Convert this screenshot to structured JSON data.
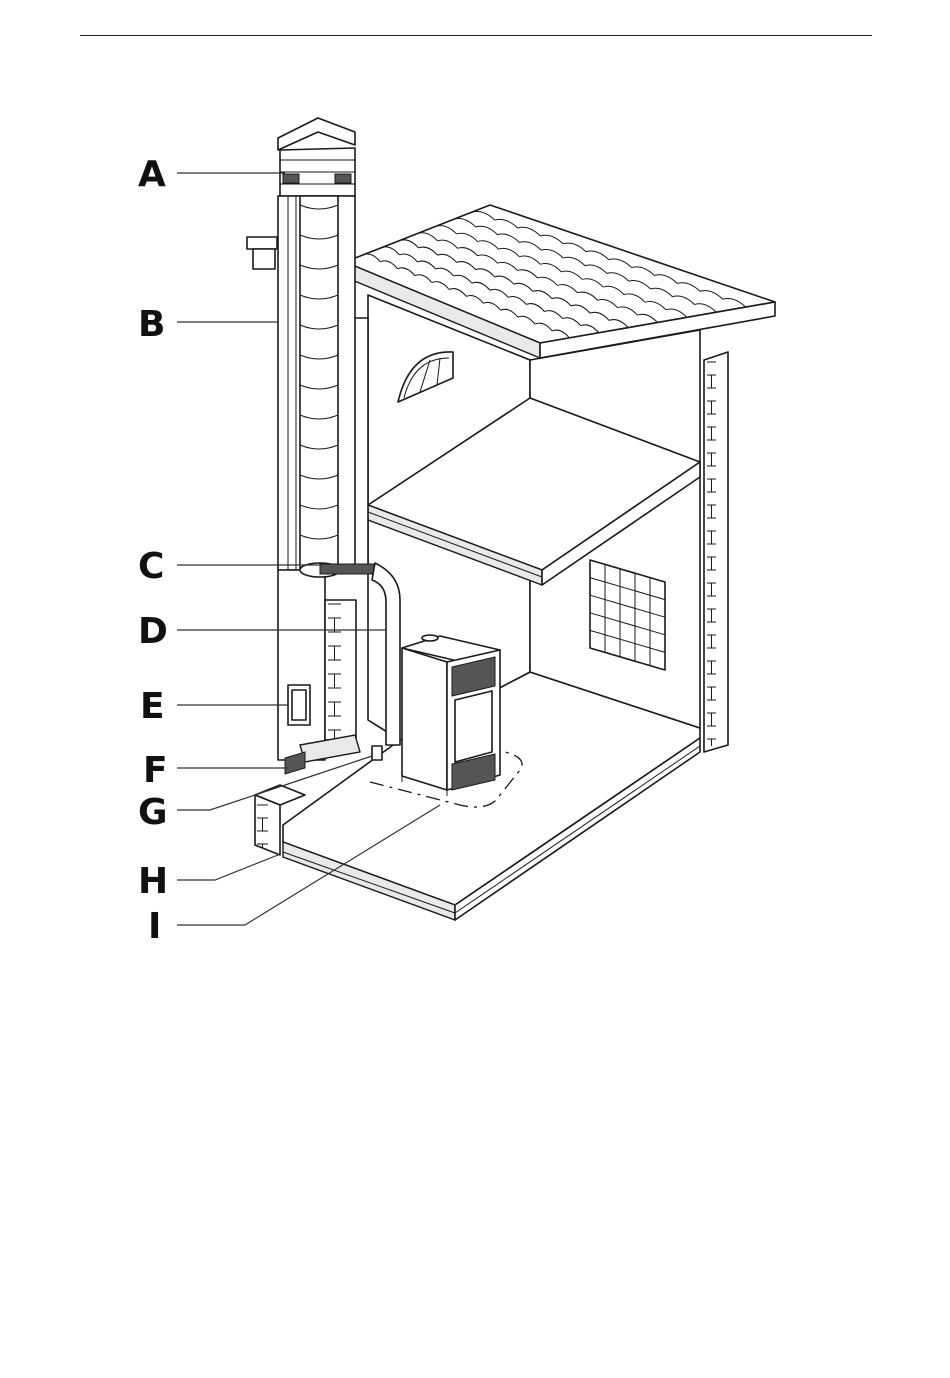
{
  "labels": [
    {
      "id": "A",
      "text": "A"
    },
    {
      "id": "B",
      "text": "B"
    },
    {
      "id": "C",
      "text": "C"
    },
    {
      "id": "D",
      "text": "D"
    },
    {
      "id": "E",
      "text": "E"
    },
    {
      "id": "F",
      "text": "F"
    },
    {
      "id": "G",
      "text": "G"
    },
    {
      "id": "H",
      "text": "H"
    },
    {
      "id": "I",
      "text": "I"
    }
  ]
}
